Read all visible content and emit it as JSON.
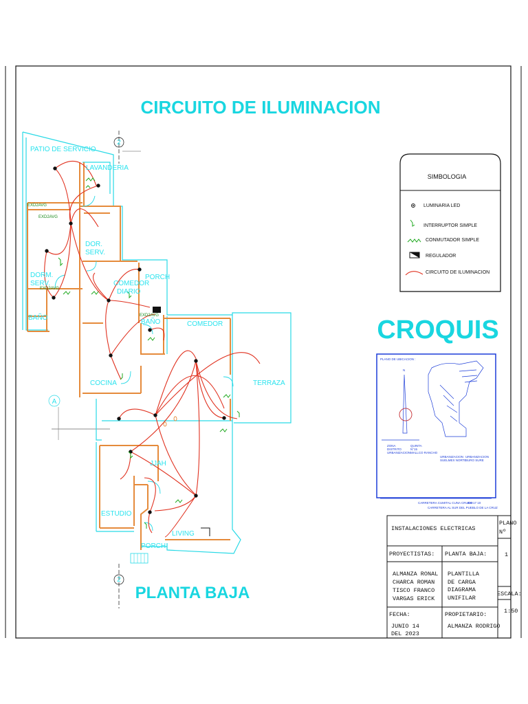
{
  "drawing": {
    "main_title": "CIRCUITO DE ILUMINACION",
    "plan_title": "PLANTA BAJA",
    "croquis_title": "CROQUIS"
  },
  "rooms": {
    "patio": "PATIO DE SERVICIO",
    "lavanderia": "LAVANDERIA",
    "dorm_serv_1a": "DOR.",
    "dorm_serv_1b": "SERV.",
    "dorm_serv_2a": "DORM.",
    "dorm_serv_2b": "SERV.",
    "bano_1": "BAÑO",
    "bano_2": "BAÑO",
    "comedor_diario_a": "COMEDOR",
    "comedor_diario_b": "DIARIO",
    "porch_1": "PORCH",
    "comedor": "COMEDOR",
    "cocina": "COCINA",
    "terraza": "TERRAZA",
    "hall": "JJAH",
    "estudio": "ESTUDIO",
    "living": "LIVING",
    "porch_2": "PORCH"
  },
  "tags": {
    "t1": "EXD2AVG",
    "t2": "EXD2AVG",
    "t3": "EXD2AVG",
    "t4": "EXD2AVG",
    "axis_2_top": "2",
    "axis_2_bottom": "2",
    "axis_a": "A"
  },
  "legend": {
    "title": "SIMBOLOGIA",
    "items": [
      {
        "label": "LUMINARIA LED",
        "symbol": "luminaire-icon"
      },
      {
        "label": "INTERRUPTOR SIMPLE",
        "symbol": "simple-switch-icon"
      },
      {
        "label": "CONMUTADOR SIMPLE",
        "symbol": "three-way-switch-icon"
      },
      {
        "label": "REGULADOR",
        "symbol": "regulator-icon"
      },
      {
        "label": "CIRCUITO DE ILUMINACION",
        "symbol": "circuit-line-icon"
      }
    ]
  },
  "location_plan": {
    "header": "PLANO DE UBICACION :",
    "north": "N",
    "zone_1a": "ZONA",
    "zone_1b": "DISTRITO",
    "zone_1c": "URBANIZACION",
    "quinta_a": "QUINTA",
    "quinta_b": "N°15",
    "quinta_c": "MALLCO RANCHO",
    "urb_norte_a": "URBANIZACION",
    "urb_norte_b": "SUELMEX NORTE",
    "urb_sur_a": "URBANIZACION",
    "urb_sur_b": "SURO SURE",
    "road": "CARRETERA CUMITAL CUNA CRUDO",
    "road_km": "KM 17 10",
    "footnote": "CARRETERA AL SUR DEL PUEBLO DE LA CRUZ"
  },
  "title_block": {
    "project": "INSTALACIONES ELECTRICAS",
    "plano_label_a": "PLANO",
    "plano_label_b": "Nº",
    "plano_number": "1",
    "proyectistas_label": "PROYECTISTAS:",
    "planta_label": "PLANTA BAJA:",
    "designers": [
      "ALMANZA RONAL",
      "CHARCA ROMAN",
      "TISCO FRANCO",
      "VARGAS ERICK"
    ],
    "contents": [
      "PLANTILLA",
      "DE CARGA",
      "DIAGRAMA",
      "UNIFILAR"
    ],
    "escala_label": "ESCALA:",
    "escala_value": "1:50",
    "fecha_label": "FECHA:",
    "fecha_value_a": "JUNIO 14",
    "fecha_value_b": "DEL 2023",
    "propietario_label": "PROPIETARIO:",
    "propietario_value": "ALMANZA RODRIGO"
  },
  "colors": {
    "wall_cyan": "#27d9e6",
    "wall_orange": "#e58a3a",
    "circuit_red": "#e0301e",
    "switch_green": "#1da81d",
    "location_blue": "#1a3bd8"
  }
}
